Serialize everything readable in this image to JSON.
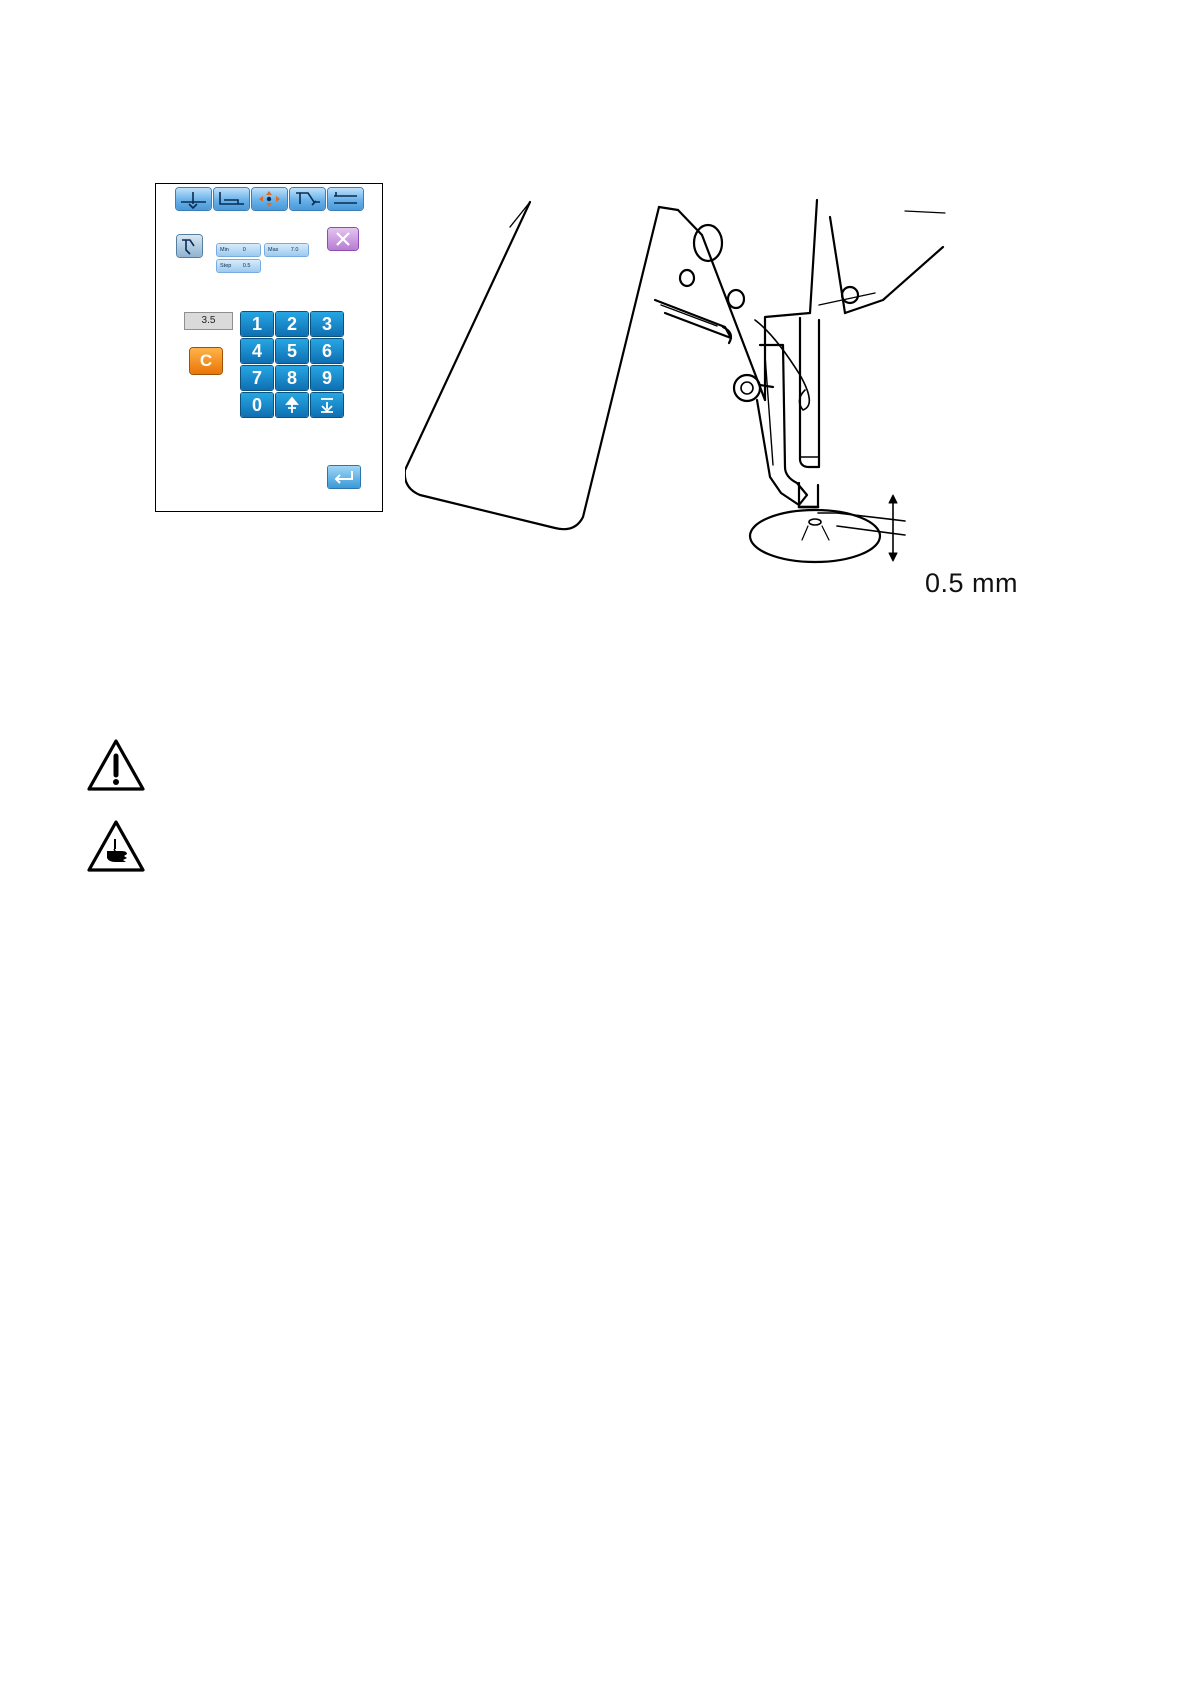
{
  "panel": {
    "toolbar_icons": [
      "presser-foot-icon",
      "height-adjust-icon",
      "move-arrows-icon",
      "needle-thread-icon",
      "bed-height-icon"
    ],
    "close_icon": "close-icon",
    "mode_icon": "needle-mode-icon",
    "range": {
      "min_label": "Min",
      "min_value": "0",
      "max_label": "Max",
      "max_value": "7.0",
      "step_label": "Step",
      "step_value": "0.5"
    },
    "display_value": "3.5",
    "keypad": {
      "k1": "1",
      "k2": "2",
      "k3": "3",
      "k4": "4",
      "k5": "5",
      "k6": "6",
      "k7": "7",
      "k8": "8",
      "k9": "9",
      "k0": "0",
      "up_icon": "increment-icon",
      "down_icon": "decrement-icon"
    },
    "clear_label": "C",
    "enter_icon": "enter-icon"
  },
  "illustration": {
    "dimension_label": "0.5 mm"
  },
  "symbols": {
    "caution_icon": "caution-triangle-icon",
    "hand_icon": "hand-hazard-icon"
  },
  "colors": {
    "key_blue": "#1a8bd0",
    "clear_orange": "#f08a1e",
    "close_purple": "#b67dd3"
  }
}
